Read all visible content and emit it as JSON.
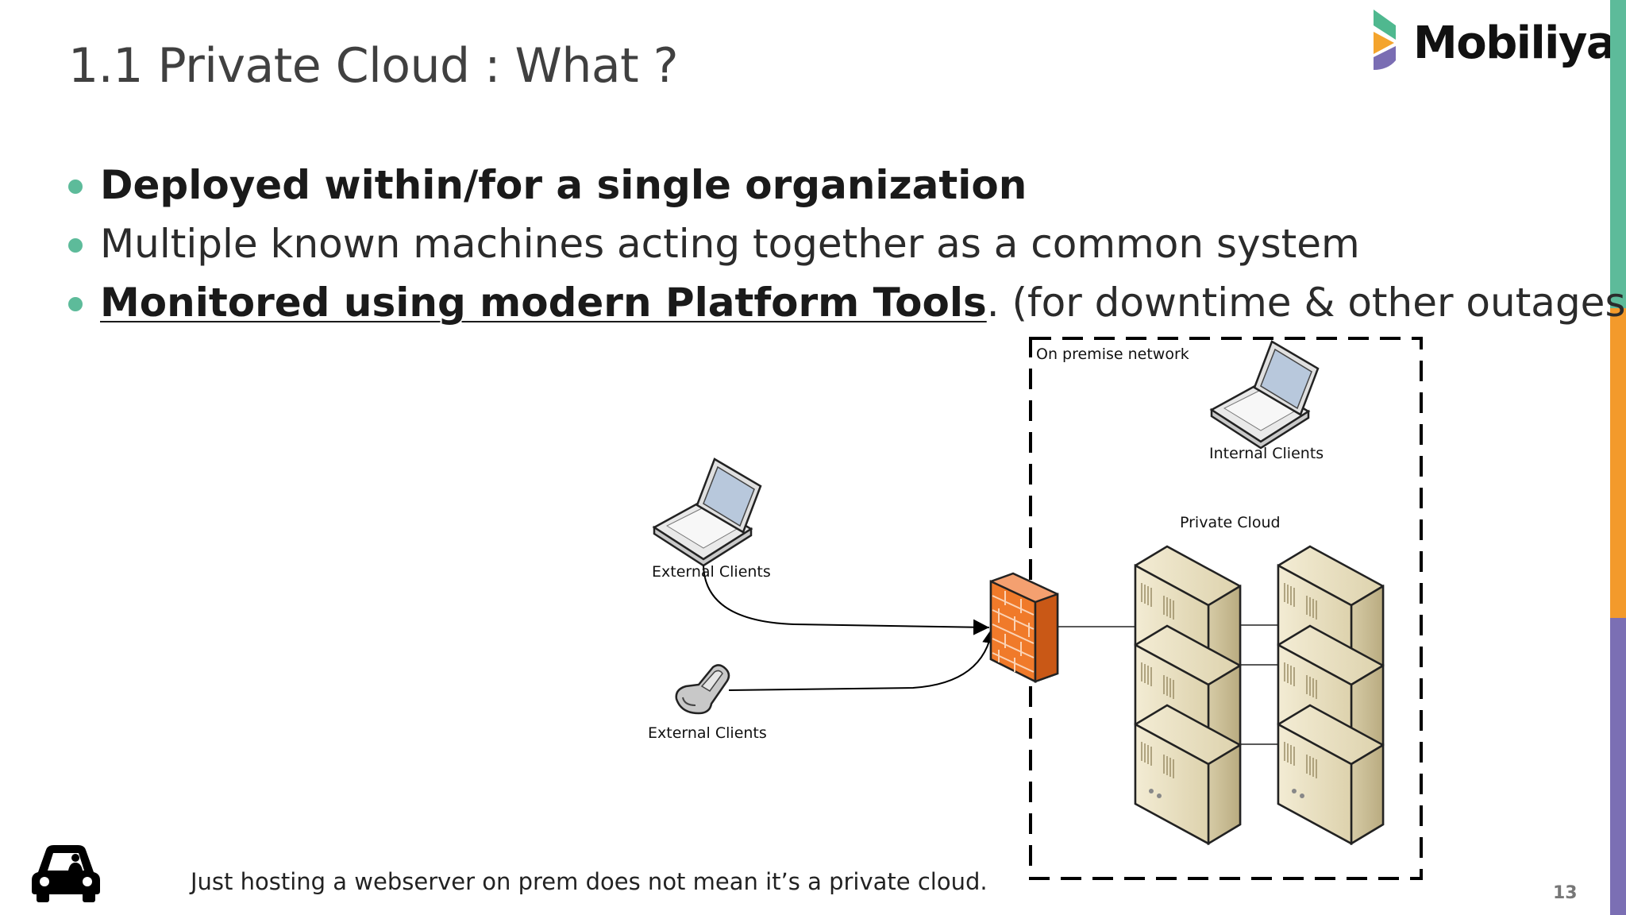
{
  "slide": {
    "title": "1.1 Private Cloud : What ?",
    "logo_text": "Mobiliya",
    "page_number": "13",
    "footnote": "Just hosting a webserver on prem does not mean it’s a private cloud."
  },
  "bullets": [
    {
      "strong": "Deployed within/for a single organization"
    },
    {
      "plain": "Multiple known machines acting together as a common system"
    },
    {
      "underlined": "Monitored using modern Platform Tools",
      "rest": ". (for downtime & other outages)"
    }
  ],
  "diagram": {
    "network_label": "On premise network",
    "internal_clients": "Internal Clients",
    "private_cloud": "Private Cloud",
    "external_clients_laptop": "External Clients",
    "external_clients_phone": "External Clients"
  },
  "colors": {
    "accent_green": "#5dbb9a",
    "accent_orange": "#f39a2b",
    "accent_purple": "#7b6fb4",
    "firewall": "#f07a2a",
    "server": "#e8e0c6"
  },
  "icons": [
    "mobiliya-logo-icon",
    "laptop-icon",
    "phone-icon",
    "firewall-icon",
    "server-icon",
    "car-icon"
  ]
}
